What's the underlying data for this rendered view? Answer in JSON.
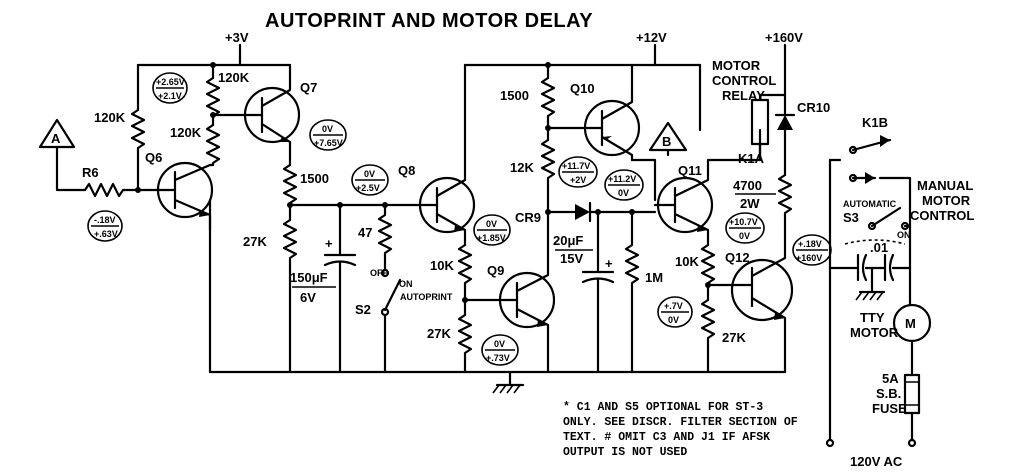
{
  "title": "AUTOPRINT AND MOTOR DELAY",
  "supplies": {
    "plus3v": "+3V",
    "plus12v": "+12V",
    "plus160v": "+160V",
    "ac": "120V AC"
  },
  "terminals": {
    "a": "A",
    "b": "B"
  },
  "components": {
    "r6": "R6",
    "r120k_a": "120K",
    "r120k_b": "120K",
    "r120k_c": "120K",
    "r1500_a": "1500",
    "r27k_a": "27K",
    "c150": "150μF",
    "c150v": "6V",
    "r47": "47",
    "r10k_a": "10K",
    "r27k_b": "27K",
    "r1500_b": "1500",
    "r12k": "12K",
    "cr9": "CR9",
    "c20": "20μF",
    "c20v": "15V",
    "r1m": "1M",
    "r10k_b": "10K",
    "r27k_c": "27K",
    "r4700": "4700",
    "r4700w": "2W",
    "cr10": "CR10",
    "k1a": "K1A",
    "k1b": "K1B",
    "c01": ".01",
    "fuse1": "5A",
    "fuse2": "S.B.",
    "fuse3": "FUSE",
    "motor": "M",
    "relay1": "MOTOR",
    "relay2": "CONTROL",
    "relay3": "RELAY",
    "tty1": "TTY",
    "tty2": "MOTOR",
    "manual1": "MANUAL",
    "manual2": "MOTOR",
    "manual3": "CONTROL"
  },
  "transistors": {
    "q6": "Q6",
    "q7": "Q7",
    "q8": "Q8",
    "q9": "Q9",
    "q10": "Q10",
    "q11": "Q11",
    "q12": "Q12"
  },
  "switches": {
    "s2": "S2",
    "s2_on": "ON",
    "s2_off": "OFF",
    "s2_auto": "AUTOPRINT",
    "s3": "S3",
    "s3_auto": "AUTOMATIC",
    "s3_on": "ON"
  },
  "voltages": {
    "q7b_top": "+2.65V",
    "q7b_bot": "+2.1V",
    "q7c_top": "0V",
    "q7c_bot": "+7.65V",
    "q6_top": "-.18V",
    "q6_bot": "+.63V",
    "q8_top": "0V",
    "q8_bot": "+2.5V",
    "q9b_top": "0V",
    "q9b_bot": "+1.85V",
    "q9e_top": "0V",
    "q9e_bot": "+.73V",
    "q10_top": "+11.7V",
    "q10_bot": "+2V",
    "q11_top": "+11.2V",
    "q11_bot": "0V",
    "q12b_top": "+10.7V",
    "q12b_bot": "0V",
    "q12e_top": "+.7V",
    "q12e_bot": "0V",
    "q12c_top": "+.18V",
    "q12c_bot": "+160V"
  },
  "note": {
    "line1": "* C1 AND S5 OPTIONAL FOR ST-3",
    "line2": "ONLY. SEE DISCR. FILTER SECTION OF",
    "line3": "TEXT. # OMIT C3 AND J1 IF AFSK",
    "line4": "OUTPUT IS NOT USED"
  }
}
